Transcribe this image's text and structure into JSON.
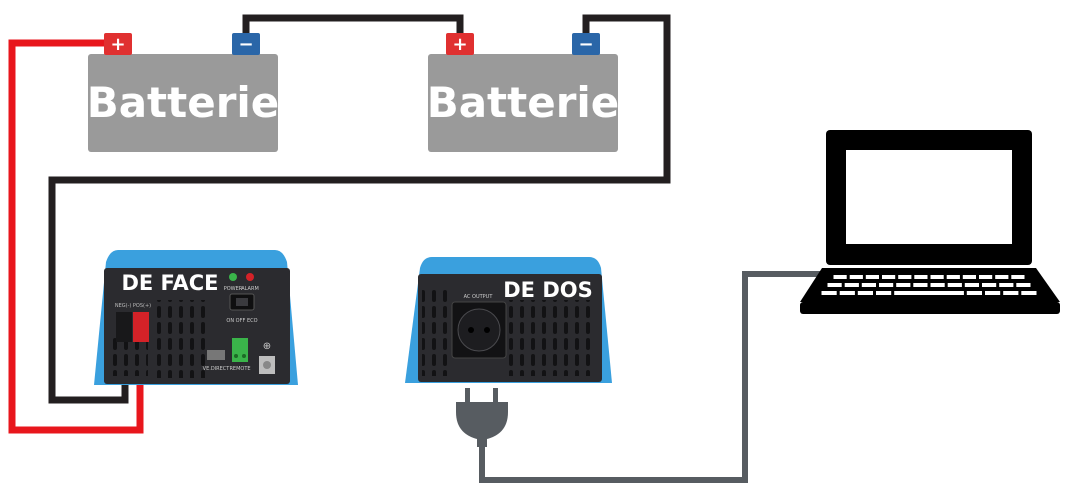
{
  "batteries": [
    {
      "label": "Batterie",
      "positive_symbol": "+",
      "negative_symbol": "−"
    },
    {
      "label": "Batterie",
      "positive_symbol": "+",
      "negative_symbol": "−"
    }
  ],
  "inverter_front": {
    "label": "DE FACE",
    "small_labels": {
      "power": "POWER",
      "alarm": "ALARM",
      "switch": "ON  OFF  ECO",
      "ve_direct": "VE.DIRECT",
      "remote": "REMOTE",
      "terminals": "NEG(-)  POS(+)"
    }
  },
  "inverter_back": {
    "label": "DE DOS",
    "small_labels": {
      "ac_output": "AC OUTPUT"
    }
  },
  "colors": {
    "positive_wire": "#e8161c",
    "negative_wire": "#231f20",
    "ac_cable": "#575c61",
    "battery_body": "#9a9a9a",
    "positive_terminal": "#e03030",
    "negative_terminal": "#2a66a8",
    "inverter_blue": "#3aa0de",
    "inverter_panel": "#2b2b2f"
  },
  "icons": [
    "plug-icon",
    "laptop-icon"
  ]
}
